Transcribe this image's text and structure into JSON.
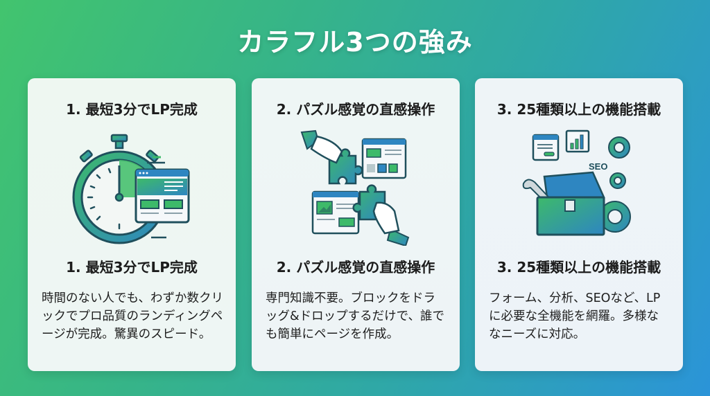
{
  "title": "カラフル3つの強み",
  "colors": {
    "gradient_start": "#42c46e",
    "gradient_end": "#2b94d8",
    "icon_green": "#3dba6a",
    "icon_blue": "#2e86c1",
    "icon_stroke": "#1f4f5c"
  },
  "cards": [
    {
      "heading": "1. 最短3分でLP完成",
      "icon": "stopwatch-with-webpage-icon",
      "subheading": "1. 最短3分でLP完成",
      "body": "時間のない人でも、わずか数クリックでプロ品質のランディングページが完成。驚異のスピード。"
    },
    {
      "heading": "2. パズル感覚の直感操作",
      "icon": "puzzle-hands-webpages-icon",
      "subheading": "2. パズル感覚の直感操作",
      "body": "専門知識不要。ブロックをドラッグ&ドロップするだけで、誰でも簡単にページを作成。"
    },
    {
      "heading": "3. 25種類以上の機能搭載",
      "icon": "toolbox-gears-seo-icon",
      "icon_label": "SEO",
      "subheading": "3. 25種類以上の機能搭載",
      "body": "フォーム、分析、SEOなど、LPに必要な全機能を網羅。多様ななニーズに対応。"
    }
  ]
}
